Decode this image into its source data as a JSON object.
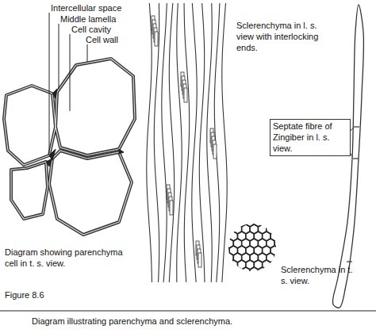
{
  "diagram": {
    "caption": "Diagram illustrating parenchyma and sclerenchyma.",
    "labels": [
      "Intercellular space",
      "Middle lamella",
      "Cell cavity",
      "Cell wall",
      "Sclerenchyma in l. s. view with interlocking ends.",
      "Septate fibre of Zingiber in l. s. view.",
      "Diagram showing parenchyma cell in t. s. view.",
      "Sclerenchyma in t. s. view.",
      "Figure 8.6"
    ]
  }
}
